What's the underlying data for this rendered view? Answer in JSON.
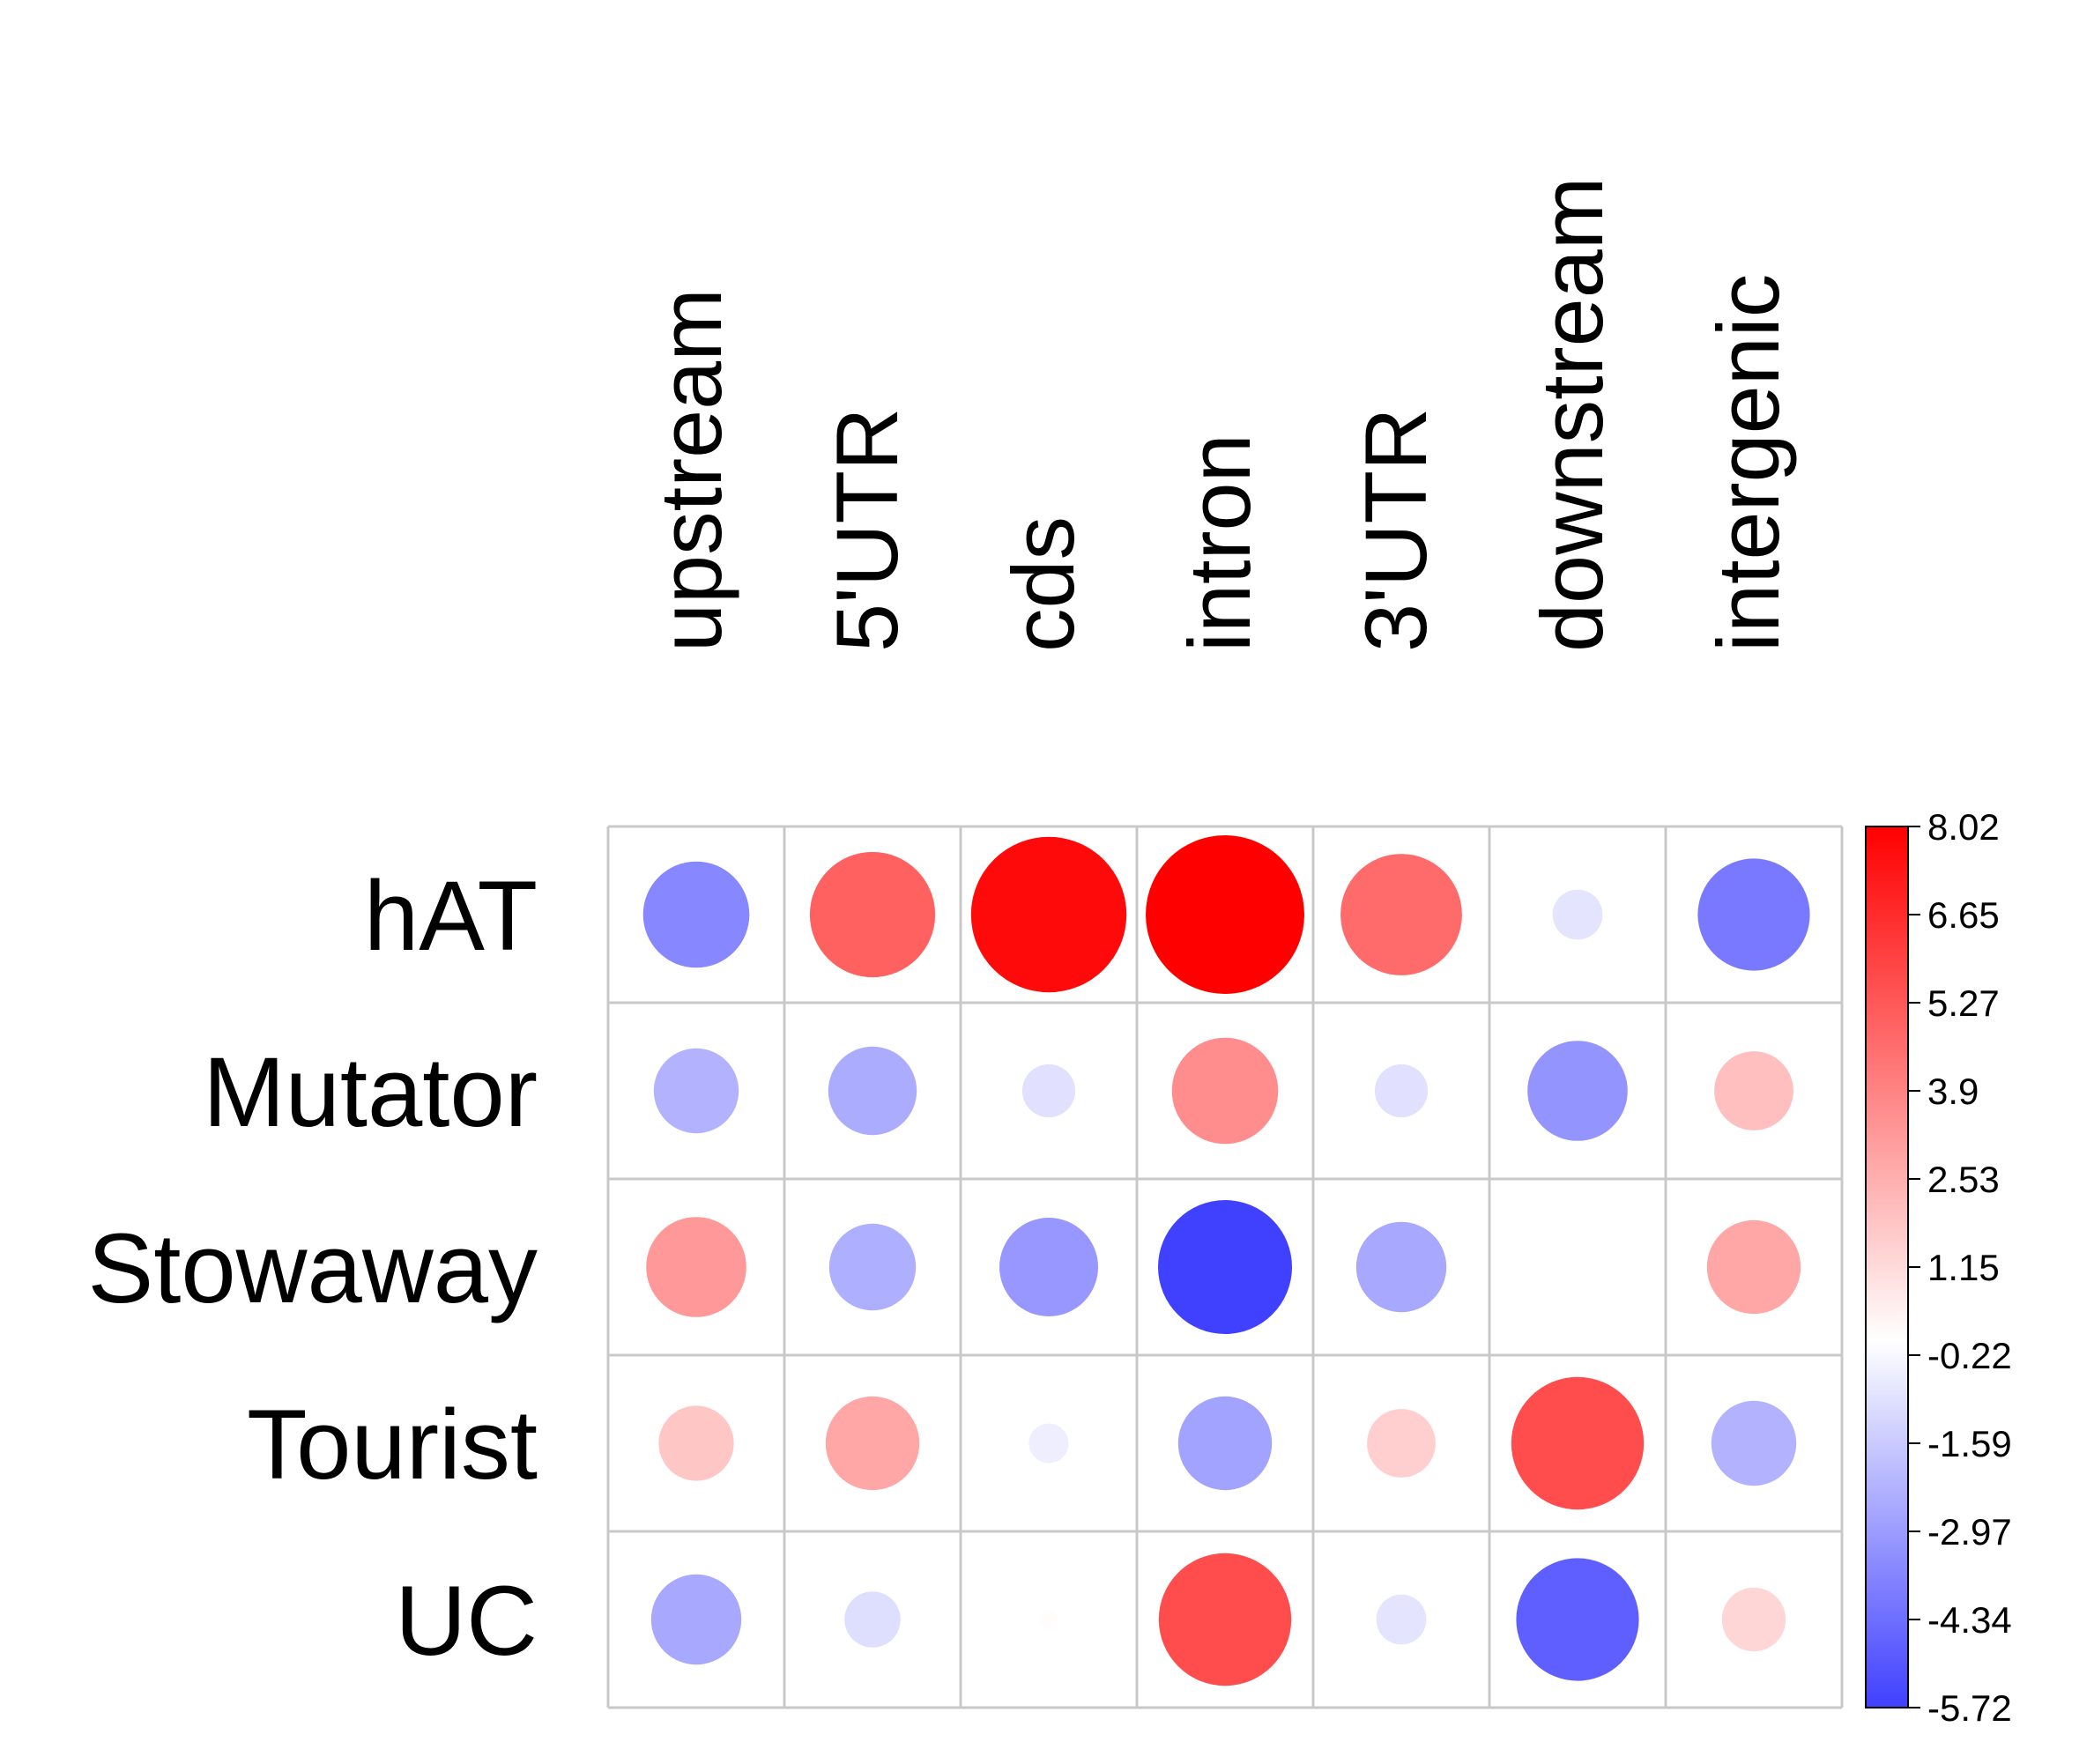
{
  "chart_data": {
    "type": "heatmap",
    "mark": "circle",
    "columns": [
      "upstream",
      "5'UTR",
      "cds",
      "intron",
      "3'UTR",
      "downstream",
      "intergenic"
    ],
    "rows": [
      "hAT",
      "Mutator",
      "Stowaway",
      "Tourist",
      "UC"
    ],
    "values": [
      [
        -3.6,
        5.0,
        7.7,
        8.02,
        4.7,
        -0.8,
        -4.0
      ],
      [
        -2.3,
        -2.5,
        -0.9,
        3.6,
        -0.9,
        -3.2,
        2.0
      ],
      [
        3.2,
        -2.4,
        -3.1,
        -5.72,
        -2.6,
        0.0,
        2.8
      ],
      [
        1.8,
        2.8,
        -0.5,
        -2.8,
        1.5,
        5.6,
        -2.3
      ],
      [
        -2.6,
        -1.0,
        0.1,
        5.6,
        -0.8,
        -4.8,
        1.3
      ]
    ],
    "colorbar": {
      "min": -5.72,
      "max": 8.02,
      "low_color": "#4040ff",
      "mid_color": "#ffffff",
      "high_color": "#ff0000",
      "ticks": [
        "8.02",
        "6.65",
        "5.27",
        "3.9",
        "2.53",
        "1.15",
        "-0.22",
        "-1.59",
        "-2.97",
        "-4.34",
        "-5.72"
      ],
      "position": "right"
    },
    "grid": true
  }
}
